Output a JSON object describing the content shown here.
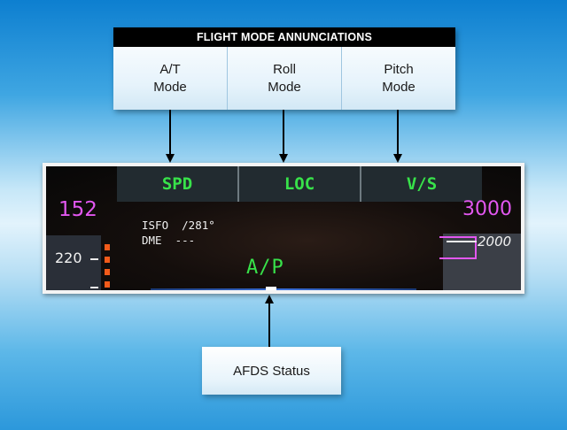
{
  "header": {
    "title": "FLIGHT MODE ANNUNCIATIONS",
    "columns": [
      {
        "line1": "A/T",
        "line2": "Mode"
      },
      {
        "line1": "Roll",
        "line2": "Mode"
      },
      {
        "line1": "Pitch",
        "line2": "Mode"
      }
    ]
  },
  "display": {
    "modes": [
      "SPD",
      "LOC",
      "V/S"
    ],
    "selected_speed": "152",
    "selected_altitude": "3000",
    "current_speed": "220",
    "nav_line1": "ISFO  /281°",
    "nav_line2": "DME  ---",
    "afds_annunciation": "A/P",
    "current_altitude": "2000"
  },
  "status_box": {
    "label": "AFDS Status"
  },
  "colors": {
    "mode_green": "#38e24a",
    "magenta": "#e257f0",
    "header_black": "#000000"
  }
}
